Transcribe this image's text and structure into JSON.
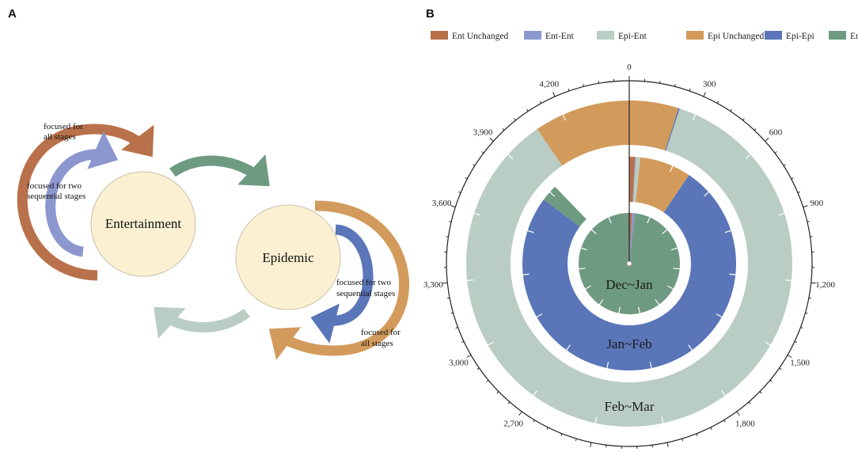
{
  "panels": {
    "a_label": "A",
    "b_label": "B"
  },
  "diagram": {
    "node_entertainment": "Entertainment",
    "node_epidemic": "Epidemic",
    "ent_outer_label": [
      "focused for",
      "all stages"
    ],
    "ent_inner_label": [
      "focused for two",
      "sequential stages"
    ],
    "epi_inner_label": [
      "focused for two",
      "sequential stages"
    ],
    "epi_outer_label": [
      "focused for",
      "all stages"
    ],
    "colors": {
      "ent_unchanged": "#b8714a",
      "ent_ent": "#8d97cf",
      "epi_ent": "#b9cdc4",
      "epi_unchanged": "#d29b5c",
      "epi_epi": "#5a75b8",
      "ent_epi": "#6f9a82",
      "node_fill": "#fbf0d2"
    }
  },
  "chart_data": {
    "type": "radial-stacked-bar",
    "axis": {
      "min": 0,
      "max": 4500,
      "ticks": [
        0,
        300,
        600,
        900,
        1200,
        1500,
        1800,
        2100,
        2400,
        2700,
        3000,
        3300,
        3600,
        3900,
        4200
      ],
      "tick_labels": [
        "0",
        "300",
        "600",
        "900",
        "1,200",
        "1,500",
        "1,800",
        "2,100",
        "2,400",
        "2,700",
        "3,000",
        "3,300",
        "3,600",
        "3,900",
        "4,200"
      ]
    },
    "legend": [
      {
        "name": "Ent Unchanged",
        "color": "#b8714a"
      },
      {
        "name": "Ent-Ent",
        "color": "#8d97cf"
      },
      {
        "name": "Epi-Ent",
        "color": "#b9cdc4"
      },
      {
        "name": "Epi Unchanged",
        "color": "#d29b5c"
      },
      {
        "name": "Epi-Epi",
        "color": "#5a75b8"
      },
      {
        "name": "Ent-Epi",
        "color": "#6f9a82"
      }
    ],
    "categories": [
      "Dec~Jan",
      "Jan~Feb",
      "Feb~Mar"
    ],
    "series": [
      {
        "name": "Ent Unchanged",
        "values": [
          40,
          40,
          80
        ]
      },
      {
        "name": "Ent-Ent",
        "values": [
          40,
          5,
          40
        ]
      },
      {
        "name": "Epi-Ent",
        "values": [
          0,
          30,
          3950
        ]
      },
      {
        "name": "Epi Unchanged",
        "values": [
          0,
          350,
          650
        ]
      },
      {
        "name": "Epi-Epi",
        "values": [
          0,
          3410,
          5
        ]
      },
      {
        "name": "Ent-Epi",
        "values": [
          4420,
          115,
          0
        ]
      }
    ]
  }
}
